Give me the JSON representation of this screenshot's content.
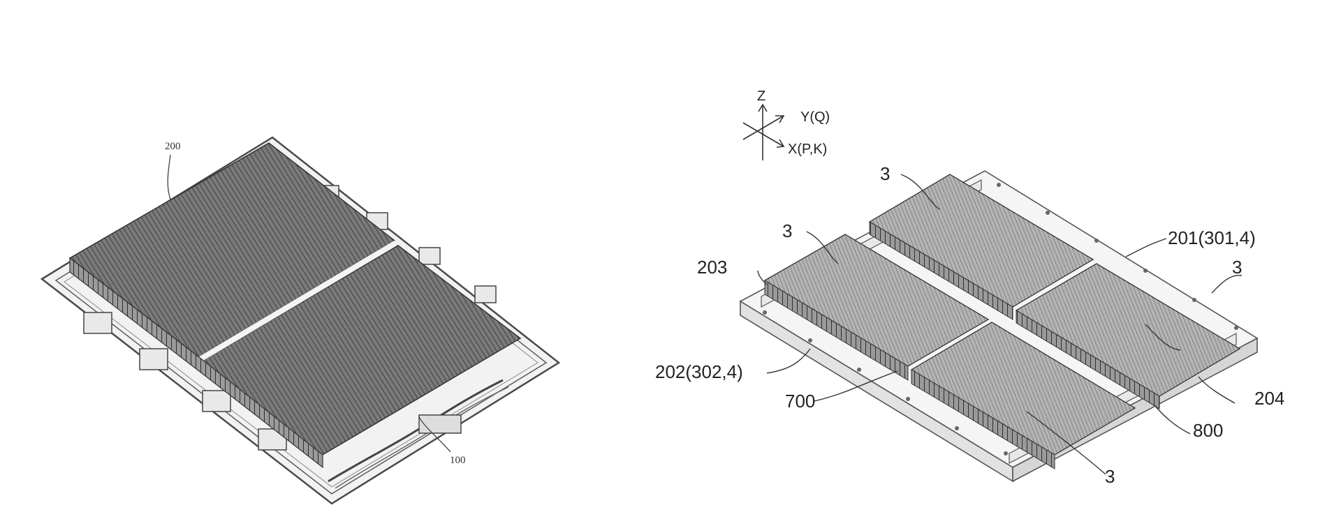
{
  "figure_a": {
    "labels": {
      "tray": "200",
      "pack": "100"
    }
  },
  "figure_b": {
    "axes": {
      "z": "Z",
      "y": "Y(Q)",
      "x": "X(P,K)"
    },
    "labels": {
      "module_top": "3",
      "module_left": "3",
      "module_right": "3",
      "module_bottom": "3",
      "side_wall_back": "201(301,4)",
      "side_wall_front": "202(302,4)",
      "end_wall_left": "203",
      "end_wall_right": "204",
      "partition_a": "700",
      "partition_b": "800"
    }
  }
}
